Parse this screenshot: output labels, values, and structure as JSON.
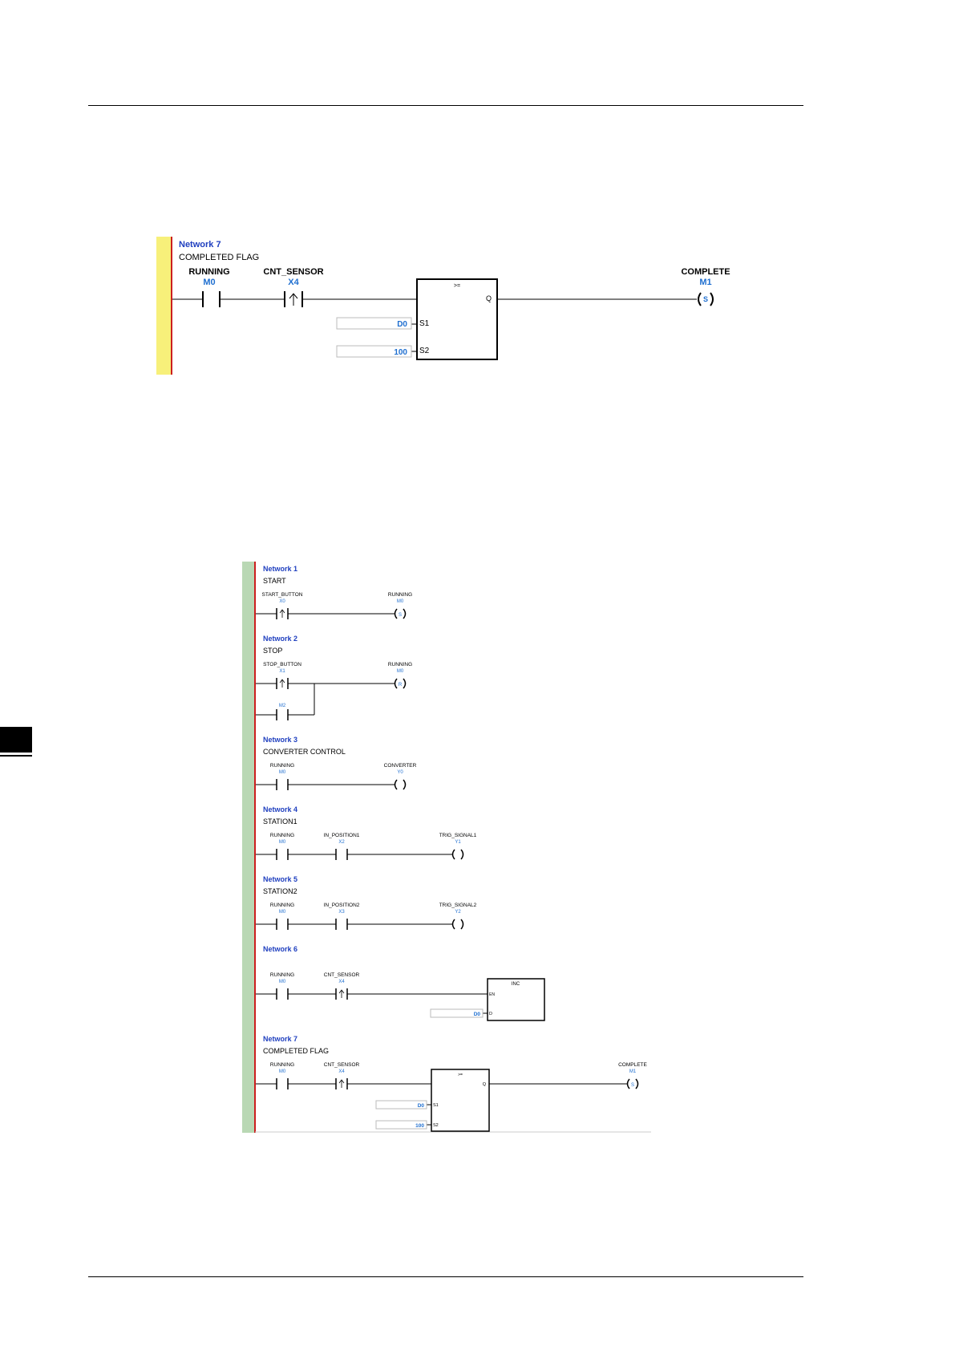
{
  "big": {
    "network_title": "Network 7",
    "comment": "COMPLETED FLAG",
    "contact1": {
      "name": "RUNNING",
      "addr": "M0"
    },
    "contact2": {
      "name": "CNT_SENSOR",
      "addr": "X4"
    },
    "block": {
      "op": ">=",
      "out": "Q",
      "in1": "S1",
      "in2": "S2",
      "val1": "D0",
      "val2": "100"
    },
    "coil": {
      "name": "COMPLETE",
      "addr": "M1",
      "type": "S"
    }
  },
  "program": {
    "networks": [
      {
        "title": "Network 1",
        "comment": "START",
        "c1_name": "START_BUTTON",
        "c1_addr": "X0",
        "coil_name": "RUNNING",
        "coil_addr": "M0",
        "coil_type": "S"
      },
      {
        "title": "Network 2",
        "comment": "STOP",
        "c1_name": "STOP_BUTTON",
        "c1_addr": "X1",
        "c2_addr": "M2",
        "coil_name": "RUNNING",
        "coil_addr": "M0",
        "coil_type": "R"
      },
      {
        "title": "Network 3",
        "comment": "CONVERTER CONTROL",
        "c1_name": "RUNNING",
        "c1_addr": "M0",
        "coil_name": "CONVERTER",
        "coil_addr": "Y0"
      },
      {
        "title": "Network 4",
        "comment": "STATION1",
        "c1_name": "RUNNING",
        "c1_addr": "M0",
        "c2_name": "IN_POSITION1",
        "c2_addr": "X2",
        "coil_name": "TRIG_SIGNAL1",
        "coil_addr": "Y1"
      },
      {
        "title": "Network 5",
        "comment": "STATION2",
        "c1_name": "RUNNING",
        "c1_addr": "M0",
        "c2_name": "IN_POSITION2",
        "c2_addr": "X3",
        "coil_name": "TRIG_SIGNAL2",
        "coil_addr": "Y2"
      },
      {
        "title": "Network 6",
        "c1_name": "RUNNING",
        "c1_addr": "M0",
        "c2_name": "CNT_SENSOR",
        "c2_addr": "X4",
        "block_op": "INC",
        "block_en": "EN",
        "block_d": "D",
        "block_val": "D0"
      },
      {
        "title": "Network 7",
        "comment": "COMPLETED FLAG",
        "c1_name": "RUNNING",
        "c1_addr": "M0",
        "c2_name": "CNT_SENSOR",
        "c2_addr": "X4",
        "block_op": ">=",
        "block_out": "Q",
        "block_in1": "S1",
        "block_in2": "S2",
        "val1": "D0",
        "val2": "100",
        "coil_name": "COMPLETE",
        "coil_addr": "M1",
        "coil_type": "S"
      }
    ]
  },
  "colors": {
    "title_blue": "#1f3fbf",
    "addr_blue": "#1f6fd0",
    "big_bar": "#f7f07a",
    "small_bar": "#b9d8b4",
    "rail_red": "#cc1f1f"
  }
}
